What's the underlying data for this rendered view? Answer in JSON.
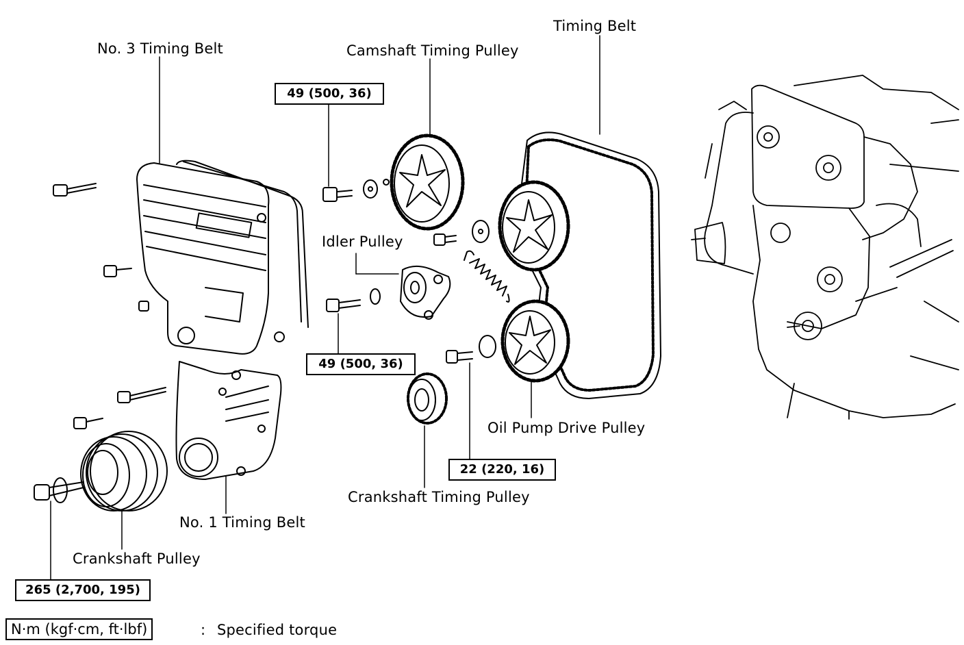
{
  "labels": {
    "timing_belt": "Timing Belt",
    "no3_timing_belt": "No. 3 Timing Belt",
    "camshaft_timing_pulley": "Camshaft Timing Pulley",
    "idler_pulley": "Idler Pulley",
    "oil_pump_drive_pulley": "Oil Pump Drive Pulley",
    "crankshaft_timing_pulley": "Crankshaft Timing Pulley",
    "no1_timing_belt": "No. 1 Timing Belt",
    "crankshaft_pulley": "Crankshaft Pulley"
  },
  "torques": {
    "camshaft_bolt": "49 (500, 36)",
    "idler_bolt": "49 (500, 36)",
    "oil_pump_bolt": "22 (220, 16)",
    "crankshaft_bolt": "265 (2,700, 195)"
  },
  "legend": {
    "unit": "N·m (kgf·cm, ft·lbf)",
    "separator": ":",
    "text": "Specified torque"
  }
}
